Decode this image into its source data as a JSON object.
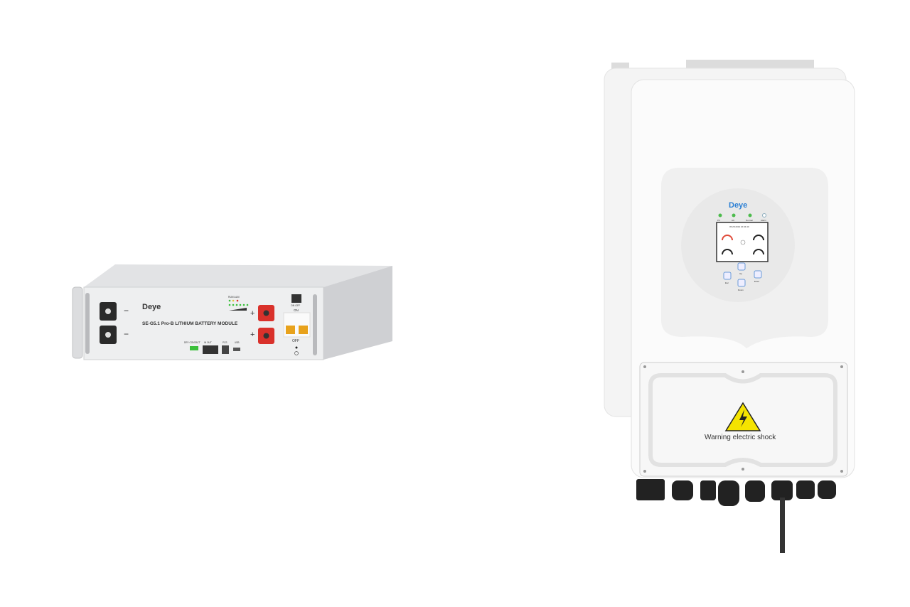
{
  "battery": {
    "brand": "Deye",
    "model_label": "SE-G5.1 Pro-B  LITHIUM BATTERY MODULE",
    "indicator_label": "RUN ALM",
    "minus_sign": "−",
    "plus_sign": "+",
    "switch_label": "ON OFF",
    "on_label": "ON",
    "off_label": "OFF",
    "port_labels": {
      "dry_contact": "DRY CONTACT",
      "in_out": "IN  OUT",
      "pcs": "PCS",
      "usb": "USB"
    },
    "colors": {
      "body": "#e9eaec",
      "positive_terminal": "#d9312b",
      "negative_terminal": "#2a2a2a",
      "breaker": "#e8a21c",
      "led_green": "#3bbf3b"
    }
  },
  "inverter": {
    "brand": "Deye",
    "status_leds": [
      "PV",
      "AC",
      "Normal",
      "Alarm"
    ],
    "screen_timestamp": "05.28.2019  16:34:40",
    "buttons": {
      "up": "Up",
      "esc": "Esc",
      "down": "Down",
      "enter": "Enter"
    },
    "warning_text": "Warning electric shock",
    "colors": {
      "brand": "#2b7fd4",
      "warning": "#f5e300",
      "led": "#4cbb4c"
    }
  }
}
